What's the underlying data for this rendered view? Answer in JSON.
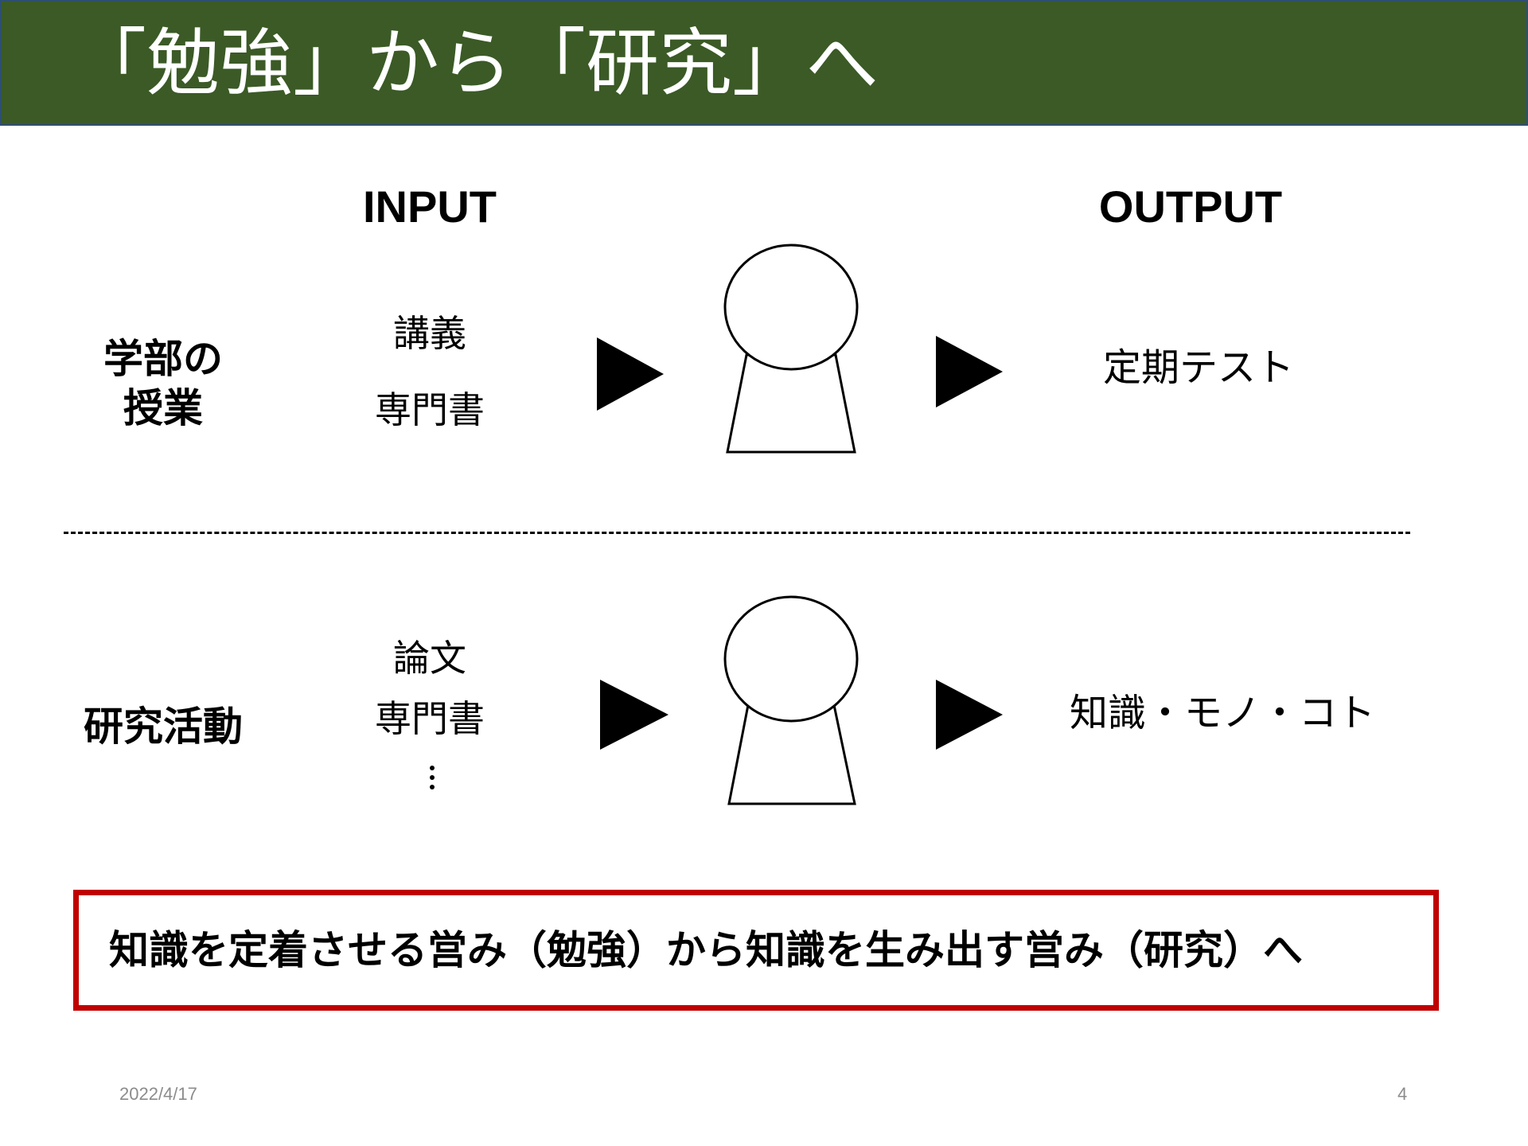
{
  "title": "「勉強」から「研究」へ",
  "columns": {
    "input": "INPUT",
    "output": "OUTPUT"
  },
  "rows": [
    {
      "label_line1": "学部の",
      "label_line2": "授業",
      "inputs": [
        "講義",
        "専門書"
      ],
      "output": "定期テスト"
    },
    {
      "label": "研究活動",
      "inputs": [
        "論文",
        "専門書"
      ],
      "output": "知識・モノ・コト"
    }
  ],
  "callout": "知識を定着させる営み（勉強）から知識を生み出す営み（研究）へ",
  "footer": {
    "date": "2022/4/17",
    "page": "4"
  },
  "colors": {
    "title_bar": "#3b5a26",
    "callout_border": "#c00000",
    "footer_text": "#8c8c8c"
  },
  "icons": [
    "vertical-ellipsis-icon",
    "arrow-right-icon",
    "person-icon"
  ]
}
